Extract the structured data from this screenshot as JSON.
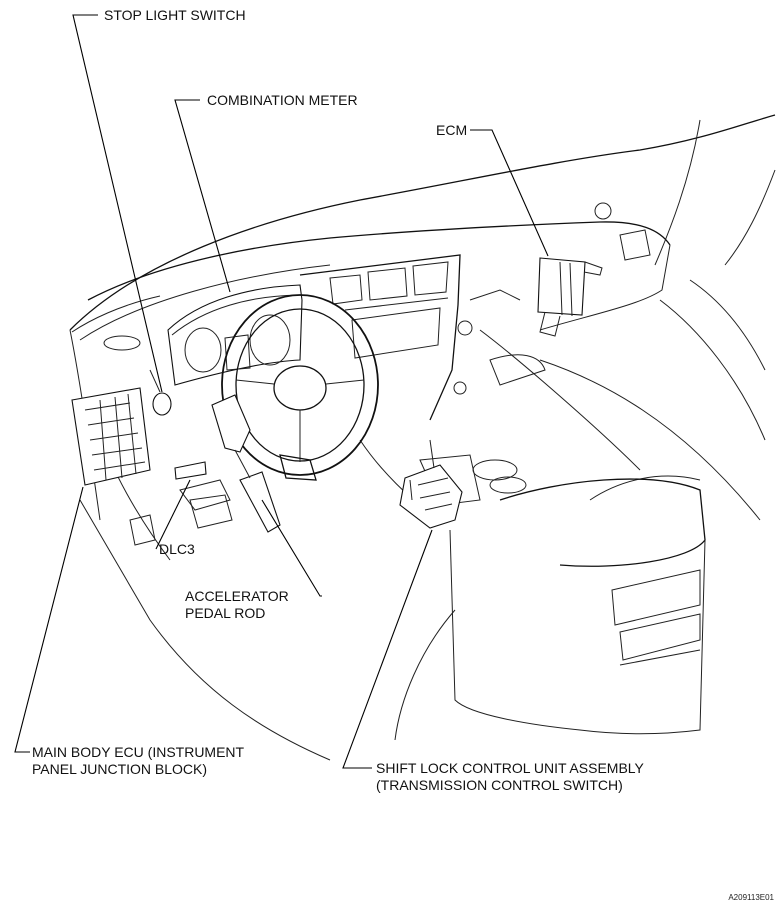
{
  "labels": {
    "stop_light_switch": "STOP LIGHT SWITCH",
    "combination_meter": "COMBINATION METER",
    "ecm": "ECM",
    "dlc3": "DLC3",
    "accelerator_line1": "ACCELERATOR",
    "accelerator_line2": "PEDAL ROD",
    "main_body_ecu_line1": "MAIN BODY ECU (INSTRUMENT",
    "main_body_ecu_line2": "PANEL JUNCTION BLOCK)",
    "shift_lock_line1": "SHIFT LOCK CONTROL UNIT ASSEMBLY",
    "shift_lock_line2": "(TRANSMISSION CONTROL SWITCH)"
  },
  "figure_id": "A209113E01"
}
